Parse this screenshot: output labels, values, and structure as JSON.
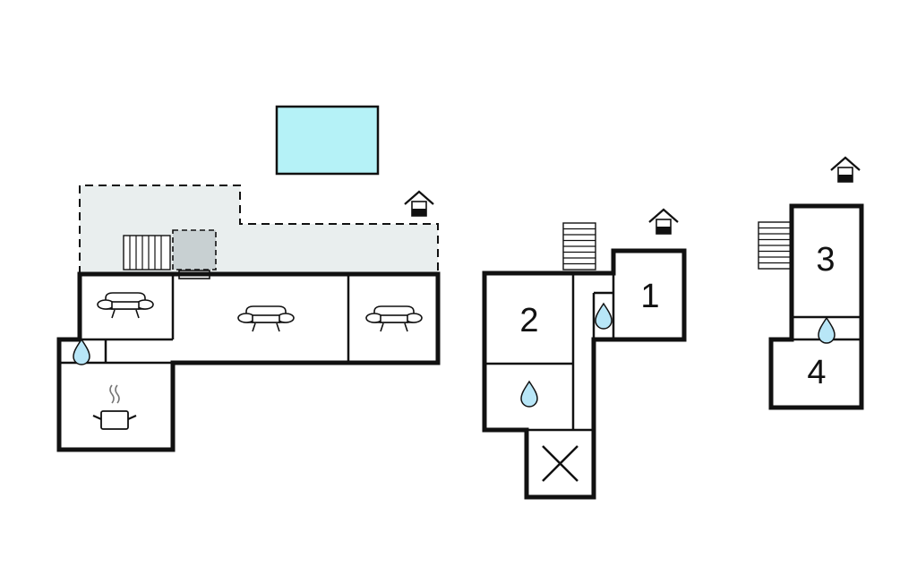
{
  "floorplan": {
    "colors": {
      "pool": "#b5f2f7",
      "terrace": "#e9eeee",
      "water_drop": "#b8e6f7",
      "wall": "#111111",
      "fireplace_box": "#c8d0d2"
    },
    "rooms": {
      "r1": "1",
      "r2": "2",
      "r3": "3",
      "r4": "4"
    },
    "icons": [
      "pool-area",
      "terrace-area",
      "staircase-icon",
      "sofa-icon",
      "water-drop-icon",
      "cooking-pot-icon",
      "house-entrance-icon",
      "empty-room-cross"
    ]
  }
}
